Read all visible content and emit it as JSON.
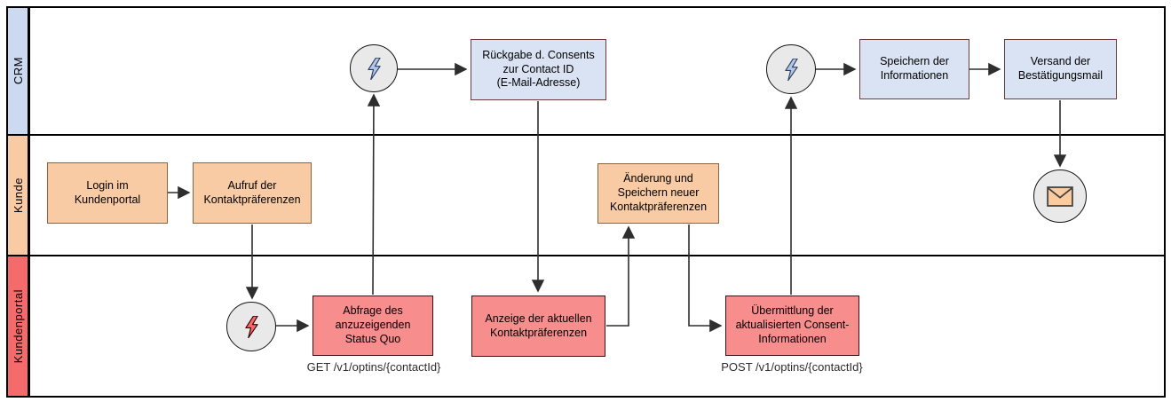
{
  "lanes": {
    "crm": {
      "label": "CRM"
    },
    "kunde": {
      "label": "Kunde"
    },
    "kundenportal": {
      "label": "Kundenportal"
    }
  },
  "nodes": {
    "rueckgabe": {
      "label": "Rückgabe d. Consents\nzur Contact ID\n(E-Mail-Adresse)"
    },
    "speichern": {
      "label": "Speichern der\nInformationen"
    },
    "versand": {
      "label": "Versand der\nBestätigungsmail"
    },
    "login": {
      "label": "Login im\nKundenportal"
    },
    "aufruf": {
      "label": "Aufruf der\nKontaktpräferenzen"
    },
    "aenderung": {
      "label": "Änderung und\nSpeichern neuer\nKontaktpräferenzen"
    },
    "abfrage": {
      "label": "Abfrage des\nanzuzeigenden\nStatus Quo"
    },
    "anzeige": {
      "label": "Anzeige der aktuellen\nKontaktpräferenzen"
    },
    "uebermittlung": {
      "label": "Übermittlung der\naktualisierten Consent-\nInformationen"
    }
  },
  "annotations": {
    "get_endpoint": "GET /v1/optins/{contactId}",
    "post_endpoint": "POST /v1/optins/{contactId}"
  },
  "icons": {
    "crm_event_1": "lightning-icon",
    "crm_event_2": "lightning-icon",
    "portal_event": "lightning-icon",
    "mail_event": "envelope-icon"
  },
  "colors": {
    "lane_crm_bg": "#ccd9f1",
    "lane_kunde_bg": "#f8cba4",
    "lane_kundenportal_bg": "#f56a6a",
    "node_crm_fill": "#dae3f3",
    "node_crm_border": "#6b3a3a",
    "node_kunde_fill": "#f8cba4",
    "node_kunde_border": "#8a6340",
    "node_portal_fill": "#f78d8d",
    "node_portal_border": "#3d1111",
    "event_circle_fill": "#e9e9e9",
    "bolt_blue": "#b2c7e8",
    "bolt_red": "#f56a6a",
    "envelope_fill": "#f9cb9e",
    "connector": "#2e2e2e",
    "frame": "#000000"
  }
}
